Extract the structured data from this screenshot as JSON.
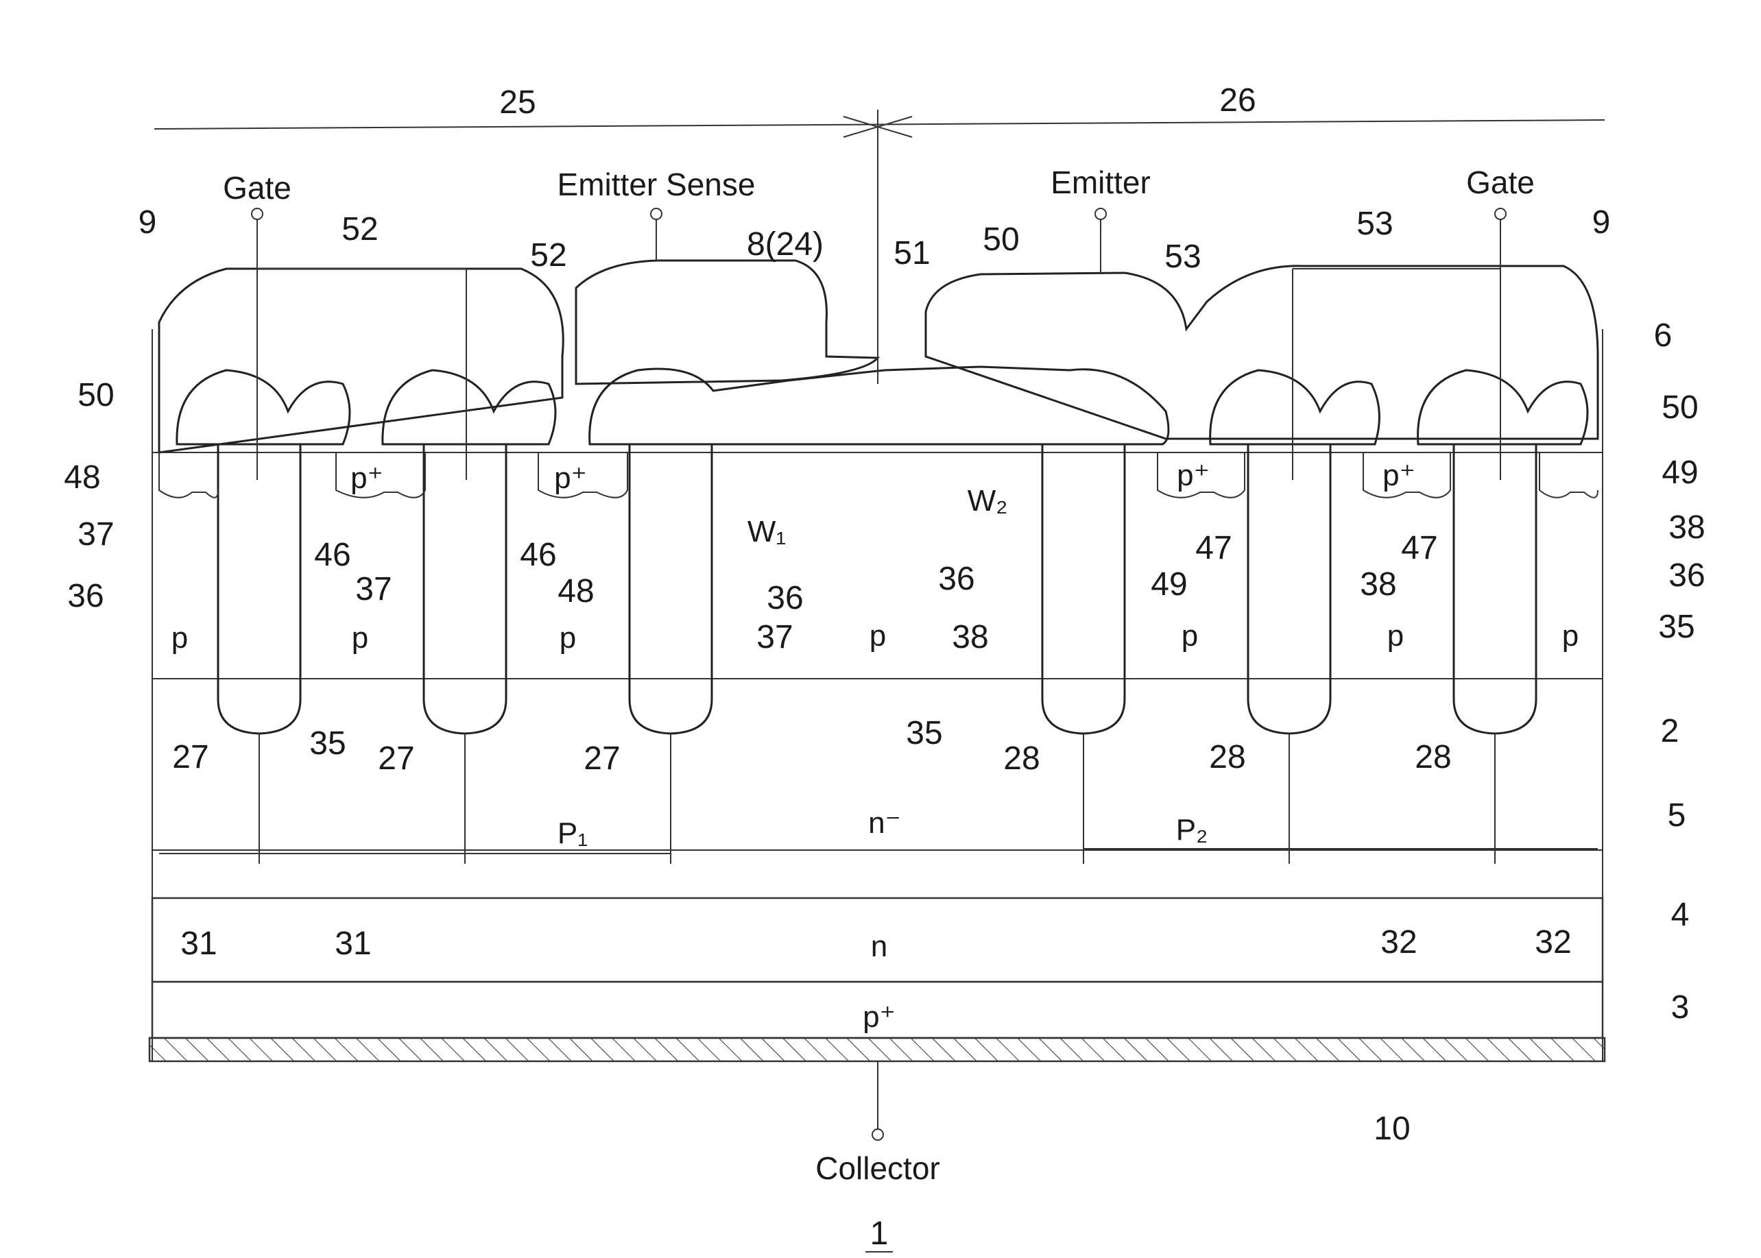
{
  "figure": {
    "figure_number": "1",
    "terminals": {
      "gate_left": "Gate",
      "emitter_sense": "Emitter Sense",
      "emitter": "Emitter",
      "gate_right": "Gate",
      "collector": "Collector"
    },
    "spans": {
      "left": "25",
      "right": "26"
    },
    "labels": {
      "9": "9",
      "52": "52",
      "8_24": "8(24)",
      "51": "51",
      "50": "50",
      "53": "53",
      "6": "6",
      "48": "48",
      "49": "49",
      "37": "37",
      "38": "38",
      "36": "36",
      "46": "46",
      "47": "47",
      "35": "35",
      "27": "27",
      "28": "28",
      "2": "2",
      "5": "5",
      "4": "4",
      "3": "3",
      "31": "31",
      "32": "32",
      "10": "10"
    },
    "regions": {
      "p": "p",
      "p_plus": "p⁺",
      "n_minus": "n⁻",
      "n": "n",
      "w1": "W₁",
      "w2": "W₂",
      "p1": "P₁",
      "p2": "P₂"
    }
  }
}
